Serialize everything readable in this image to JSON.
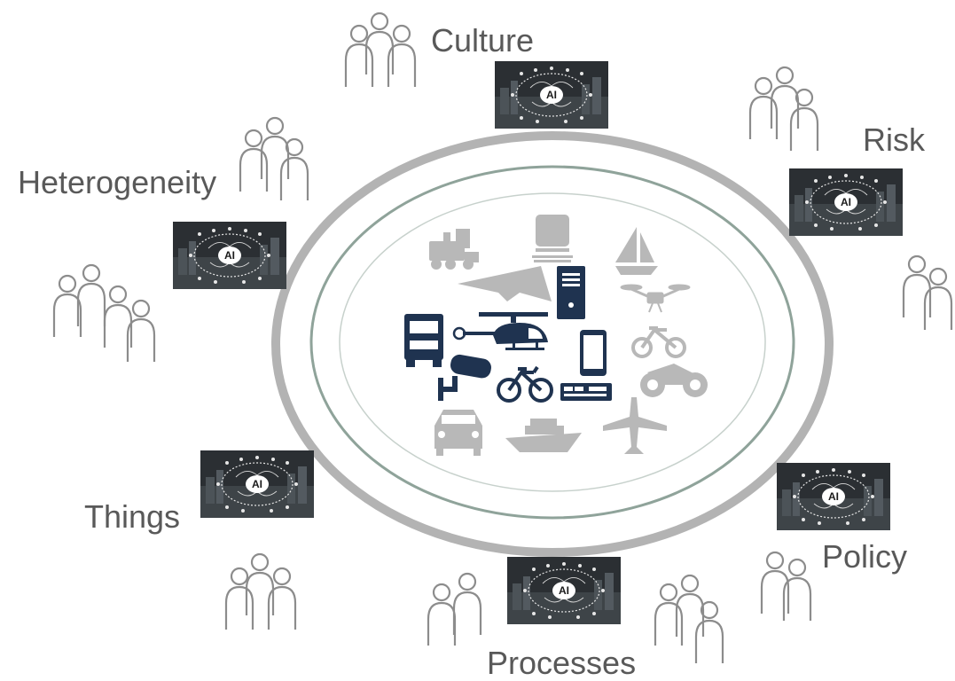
{
  "labels": {
    "culture": "Culture",
    "risk": "Risk",
    "heterogeneity": "Heterogeneity",
    "things": "Things",
    "policy": "Policy",
    "processes": "Processes"
  },
  "ai_badge": "AI",
  "colors": {
    "label_text": "#595959",
    "outer_ring": "#b3b3b3",
    "inner_ring": "#8fa39a",
    "icon_dark": "#1f3350",
    "icon_light": "#b8b8b8",
    "people_stroke": "#8c8c8c"
  },
  "icons": {
    "light": [
      "steam-train-icon",
      "train-icon",
      "sailboat-icon",
      "stealth-plane-icon",
      "drone-icon",
      "bicycle-icon",
      "motorcycle-icon",
      "car-icon",
      "cruise-ship-icon",
      "airplane-icon"
    ],
    "dark": [
      "truck-icon",
      "helicopter-icon",
      "server-tower-icon",
      "smartphone-icon",
      "security-camera-icon",
      "bicycle-icon",
      "set-top-box-icon"
    ]
  }
}
